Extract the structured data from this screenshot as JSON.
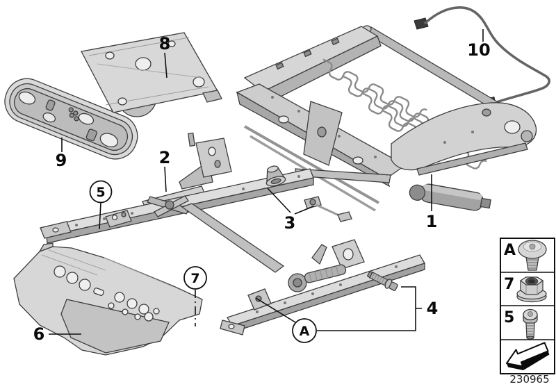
{
  "diagram": {
    "number": "230965"
  },
  "labels": {
    "1": "1",
    "2": "2",
    "3": "3",
    "4": "4",
    "6": "6",
    "8": "8",
    "9": "9",
    "10": "10"
  },
  "callouts": {
    "five": "5",
    "seven": "7",
    "a": "A"
  },
  "legend": {
    "rows": [
      {
        "key": "A",
        "icon": "button-head-screw-icon"
      },
      {
        "key": "7",
        "icon": "flange-nut-icon"
      },
      {
        "key": "5",
        "icon": "cheese-head-screw-icon"
      },
      {
        "key": "",
        "icon": "direction-of-travel-arrow-icon"
      }
    ]
  },
  "colors": {
    "background": "#ffffff",
    "line": "#1a1a1a",
    "part_light": "#e0e0e0",
    "part_mid": "#c4c4c4",
    "part_dark": "#9a9a9a"
  }
}
